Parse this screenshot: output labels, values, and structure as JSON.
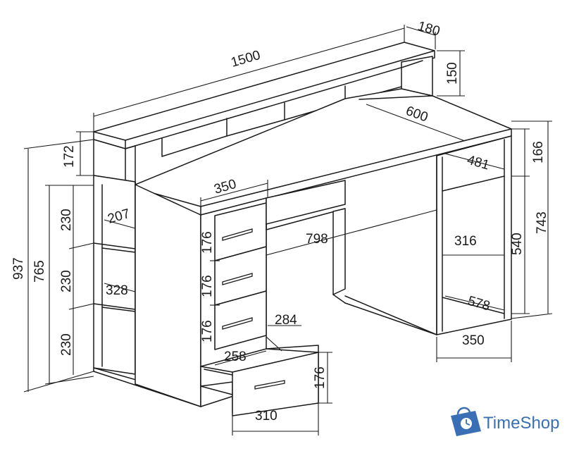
{
  "dimensions": {
    "total_width": "1500",
    "shelf_depth": "180",
    "shelf_height": "150",
    "desk_depth": "600",
    "shelf_riser_height": "172",
    "right_top_gap": "166",
    "right_shelf_depth": "481",
    "total_height": "937",
    "side_height": "765",
    "shelf_gap_top": "230",
    "shelf_gap_mid": "230",
    "shelf_gap_bottom": "230",
    "left_shelf_depth_top": "207",
    "left_shelf_depth_mid": "328",
    "drawer_block_width": "350",
    "drawer_height_1": "176",
    "drawer_height_2": "176",
    "drawer_height_3": "176",
    "drawer_height_4": "176",
    "knee_space_width": "798",
    "right_inner_width": "316",
    "right_inner_height": "540",
    "desk_height": "743",
    "right_bottom_depth": "578",
    "right_base_width": "350",
    "drawer_inner_depth": "284",
    "drawer_inner_width": "258",
    "drawer_front_width": "310"
  },
  "brand": {
    "name": "TimeShop",
    "color": "#3a6fb5",
    "icon": "shopping-bag-clock-icon"
  }
}
